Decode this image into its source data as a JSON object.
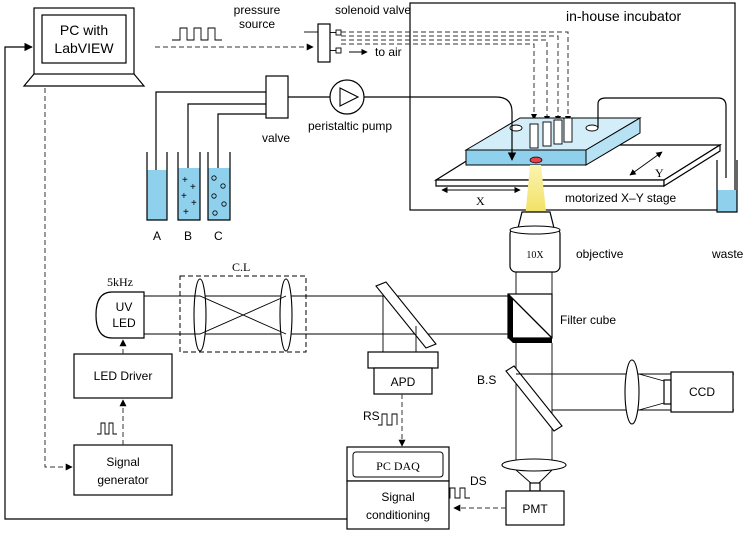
{
  "labels": {
    "pc": [
      "PC with",
      "LabVIEW"
    ],
    "pressure_source": [
      "pressure",
      "source"
    ],
    "solenoid_valve": "solenoid valve",
    "to_air": "to air",
    "incubator": "in-house incubator",
    "valve": "valve",
    "peristaltic_pump": "peristaltic pump",
    "waste": "waste",
    "reservoir_a": "A",
    "reservoir_b": "B",
    "reservoir_c": "C",
    "stage": "motorized X–Y stage",
    "axis_x": "X",
    "axis_y": "Y",
    "objective": "objective",
    "objective_mag": "10X",
    "frequency": "5kHz",
    "cl": "C.L",
    "uv_led": [
      "UV",
      "LED"
    ],
    "led_driver": "LED Driver",
    "signal_generator": [
      "Signal",
      "generator"
    ],
    "filter_cube": "Filter cube",
    "apd": "APD",
    "rs": "RS",
    "bs": "B.S",
    "ccd": "CCD",
    "pc_daq": "PC DAQ",
    "signal_conditioning": [
      "Signal",
      "conditioning"
    ],
    "ds": "DS",
    "pmt": "PMT"
  },
  "colors": {
    "liquid": "#8fd0ec",
    "liquid_light": "#d4eef9",
    "beam": "#f3e26a",
    "droplet": "#e8424a"
  }
}
